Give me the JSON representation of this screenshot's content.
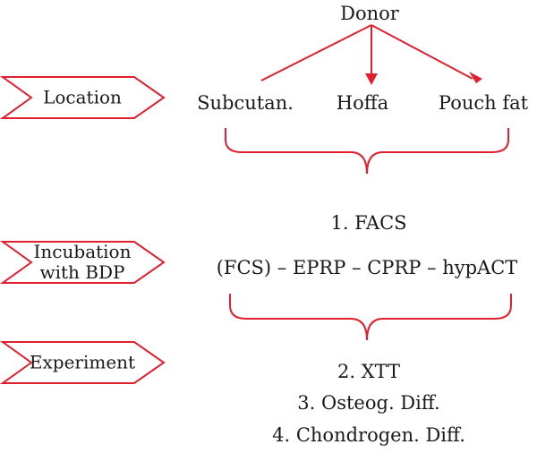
{
  "donor": "Donor",
  "sources": {
    "subcutan": "Subcutan.",
    "hoffa": "Hoffa",
    "pouch_fat": "Pouch fat"
  },
  "stages": {
    "location": "Location",
    "incubation_line1": "Incubation",
    "incubation_line2": "with BDP",
    "experiment": "Experiment"
  },
  "steps": {
    "facs": "1. FACS",
    "conditions": "(FCS) – EPRP – CPRP – hypACT",
    "xtt": "2. XTT",
    "osteog": "3. Osteog. Diff.",
    "chondrogen": "4. Chondrogen. Diff."
  },
  "colors": {
    "accent": "#e0202e",
    "text": "#1a1a1a"
  }
}
